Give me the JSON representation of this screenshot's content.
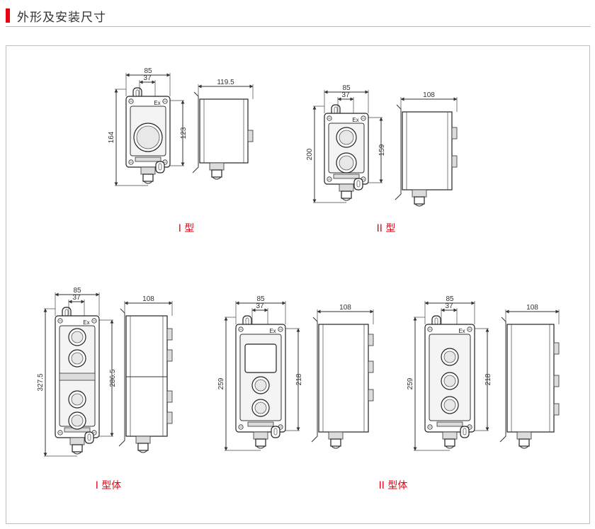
{
  "header": {
    "title": "外形及安装尺寸",
    "accent": "#e60012"
  },
  "marks": {
    "ex": "Ex"
  },
  "views": {
    "type1": {
      "caption": "I 型",
      "front": {
        "width": "85",
        "gland": "37",
        "height": "164",
        "hole": "123"
      },
      "side": {
        "depth": "119.5"
      }
    },
    "type2": {
      "caption": "II 型",
      "front": {
        "width": "85",
        "gland": "37",
        "height": "200",
        "hole": "159"
      },
      "side": {
        "depth": "108"
      }
    },
    "type1_combo": {
      "caption": "I 型体",
      "front": {
        "width": "85",
        "gland": "37",
        "height": "327.5",
        "hole": "286.5"
      },
      "side": {
        "depth": "108"
      }
    },
    "type2_combo_a": {
      "front": {
        "width": "85",
        "gland": "37",
        "height": "259",
        "hole": "218"
      },
      "side": {
        "depth": "108"
      }
    },
    "type2_combo_b": {
      "caption": "II 型体",
      "front": {
        "width": "85",
        "gland": "37",
        "height": "259",
        "hole": "218"
      },
      "side": {
        "depth": "108"
      }
    }
  }
}
